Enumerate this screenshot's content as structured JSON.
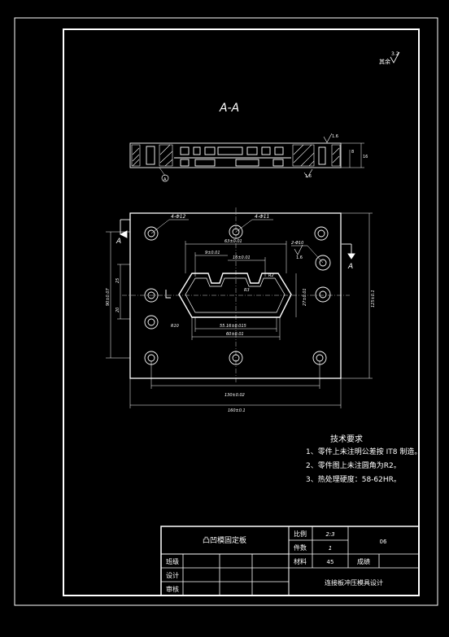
{
  "section_label": "A-A",
  "roughness_top": "其余",
  "roughness_value": "3.2",
  "plan_dims": {
    "hole_top_left": "4-Φ12",
    "hole_top_mid": "4-Φ11",
    "pocket_width": "63±0.01",
    "step_width_left": "9±0.01",
    "step_width_mid": "16±0.01",
    "radius_small": "R2",
    "radius_pocket": "R3",
    "radius_corner": "R10",
    "bottom_inner_1": "55.16±0.015",
    "bottom_inner_2": "60±0.01",
    "left_height_1": "25",
    "left_height_2": "20",
    "right_height_1": "27±0.01",
    "right_overall": "125±0.1",
    "left_overall": "90±0.07",
    "hole_right": "2-Φ10",
    "right_roughness": "1.6",
    "bottom_overall_1": "130±0.02",
    "bottom_overall_2": "160±0.1",
    "section_marker": "A"
  },
  "section_dims": {
    "roughness_right": "1.6",
    "h_small": "8",
    "h_total": "16",
    "roughness_bottom": "1.6",
    "balloon": "A"
  },
  "notes": {
    "title": "技术要求",
    "items": [
      "1、零件上未注明公差按 IT8 制造。",
      "2、零件图上未注圆角为R2。",
      "3、热处理硬度：58-62HR。"
    ]
  },
  "title_block": {
    "part_name": "凸凹模固定板",
    "scale_label": "比例",
    "scale_value": "2:3",
    "qty_label": "件数",
    "qty_value": "1",
    "drawing_no": "06",
    "class_label": "班级",
    "material_label": "材料",
    "material_value": "45",
    "score_label": "成绩",
    "design_label": "设计",
    "review_label": "审核",
    "project_name": "连接板冲压模具设计"
  }
}
